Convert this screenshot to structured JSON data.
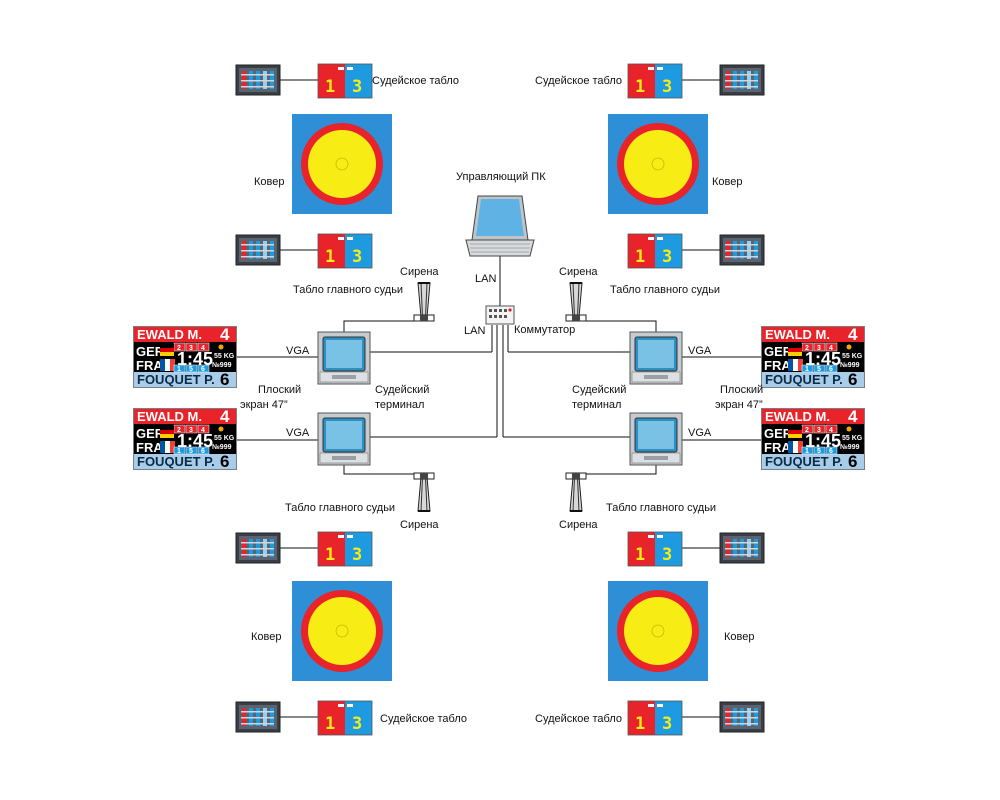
{
  "labels": {
    "control_pc": "Управляющий ПК",
    "mat": "Ковер",
    "referee_board": "Судейское табло",
    "siren": "Сирена",
    "chief_referee_board": "Табло главного судьи",
    "lan": "LAN",
    "switch": "Коммутатор",
    "vga": "VGA",
    "referee_terminal": [
      "Судейский",
      "терминал"
    ],
    "flat_screen": [
      "Плоский",
      "экран 47”"
    ]
  },
  "scoreboard": {
    "wrestler_top": "EWALD M.",
    "score_top": "4",
    "country_top": "GER",
    "periods_top": [
      "2",
      "3",
      "4"
    ],
    "time": "1:45",
    "weight": "55 KG",
    "bout_no": "№999",
    "country_bottom": "FRA",
    "periods_bottom": [
      "1",
      "5",
      "6"
    ],
    "wrestler_bottom": "FOUQUET P.",
    "score_bottom": "6"
  },
  "digit_display": {
    "red_digit": "1",
    "blue_digit": "3"
  },
  "colors": {
    "mat_blue": "#2f8fd6",
    "ring_red": "#e8232a",
    "center_yellow": "#f7ec13",
    "board_red": "#e8232a",
    "board_blue": "#1e9be0",
    "score_light_blue": "#a9cde8"
  },
  "icons": {
    "laptop": "laptop-icon",
    "switch": "network-switch-icon",
    "terminal": "crt-monitor-icon",
    "siren": "siren-horn-icon",
    "control_panel": "referee-control-panel-icon"
  }
}
